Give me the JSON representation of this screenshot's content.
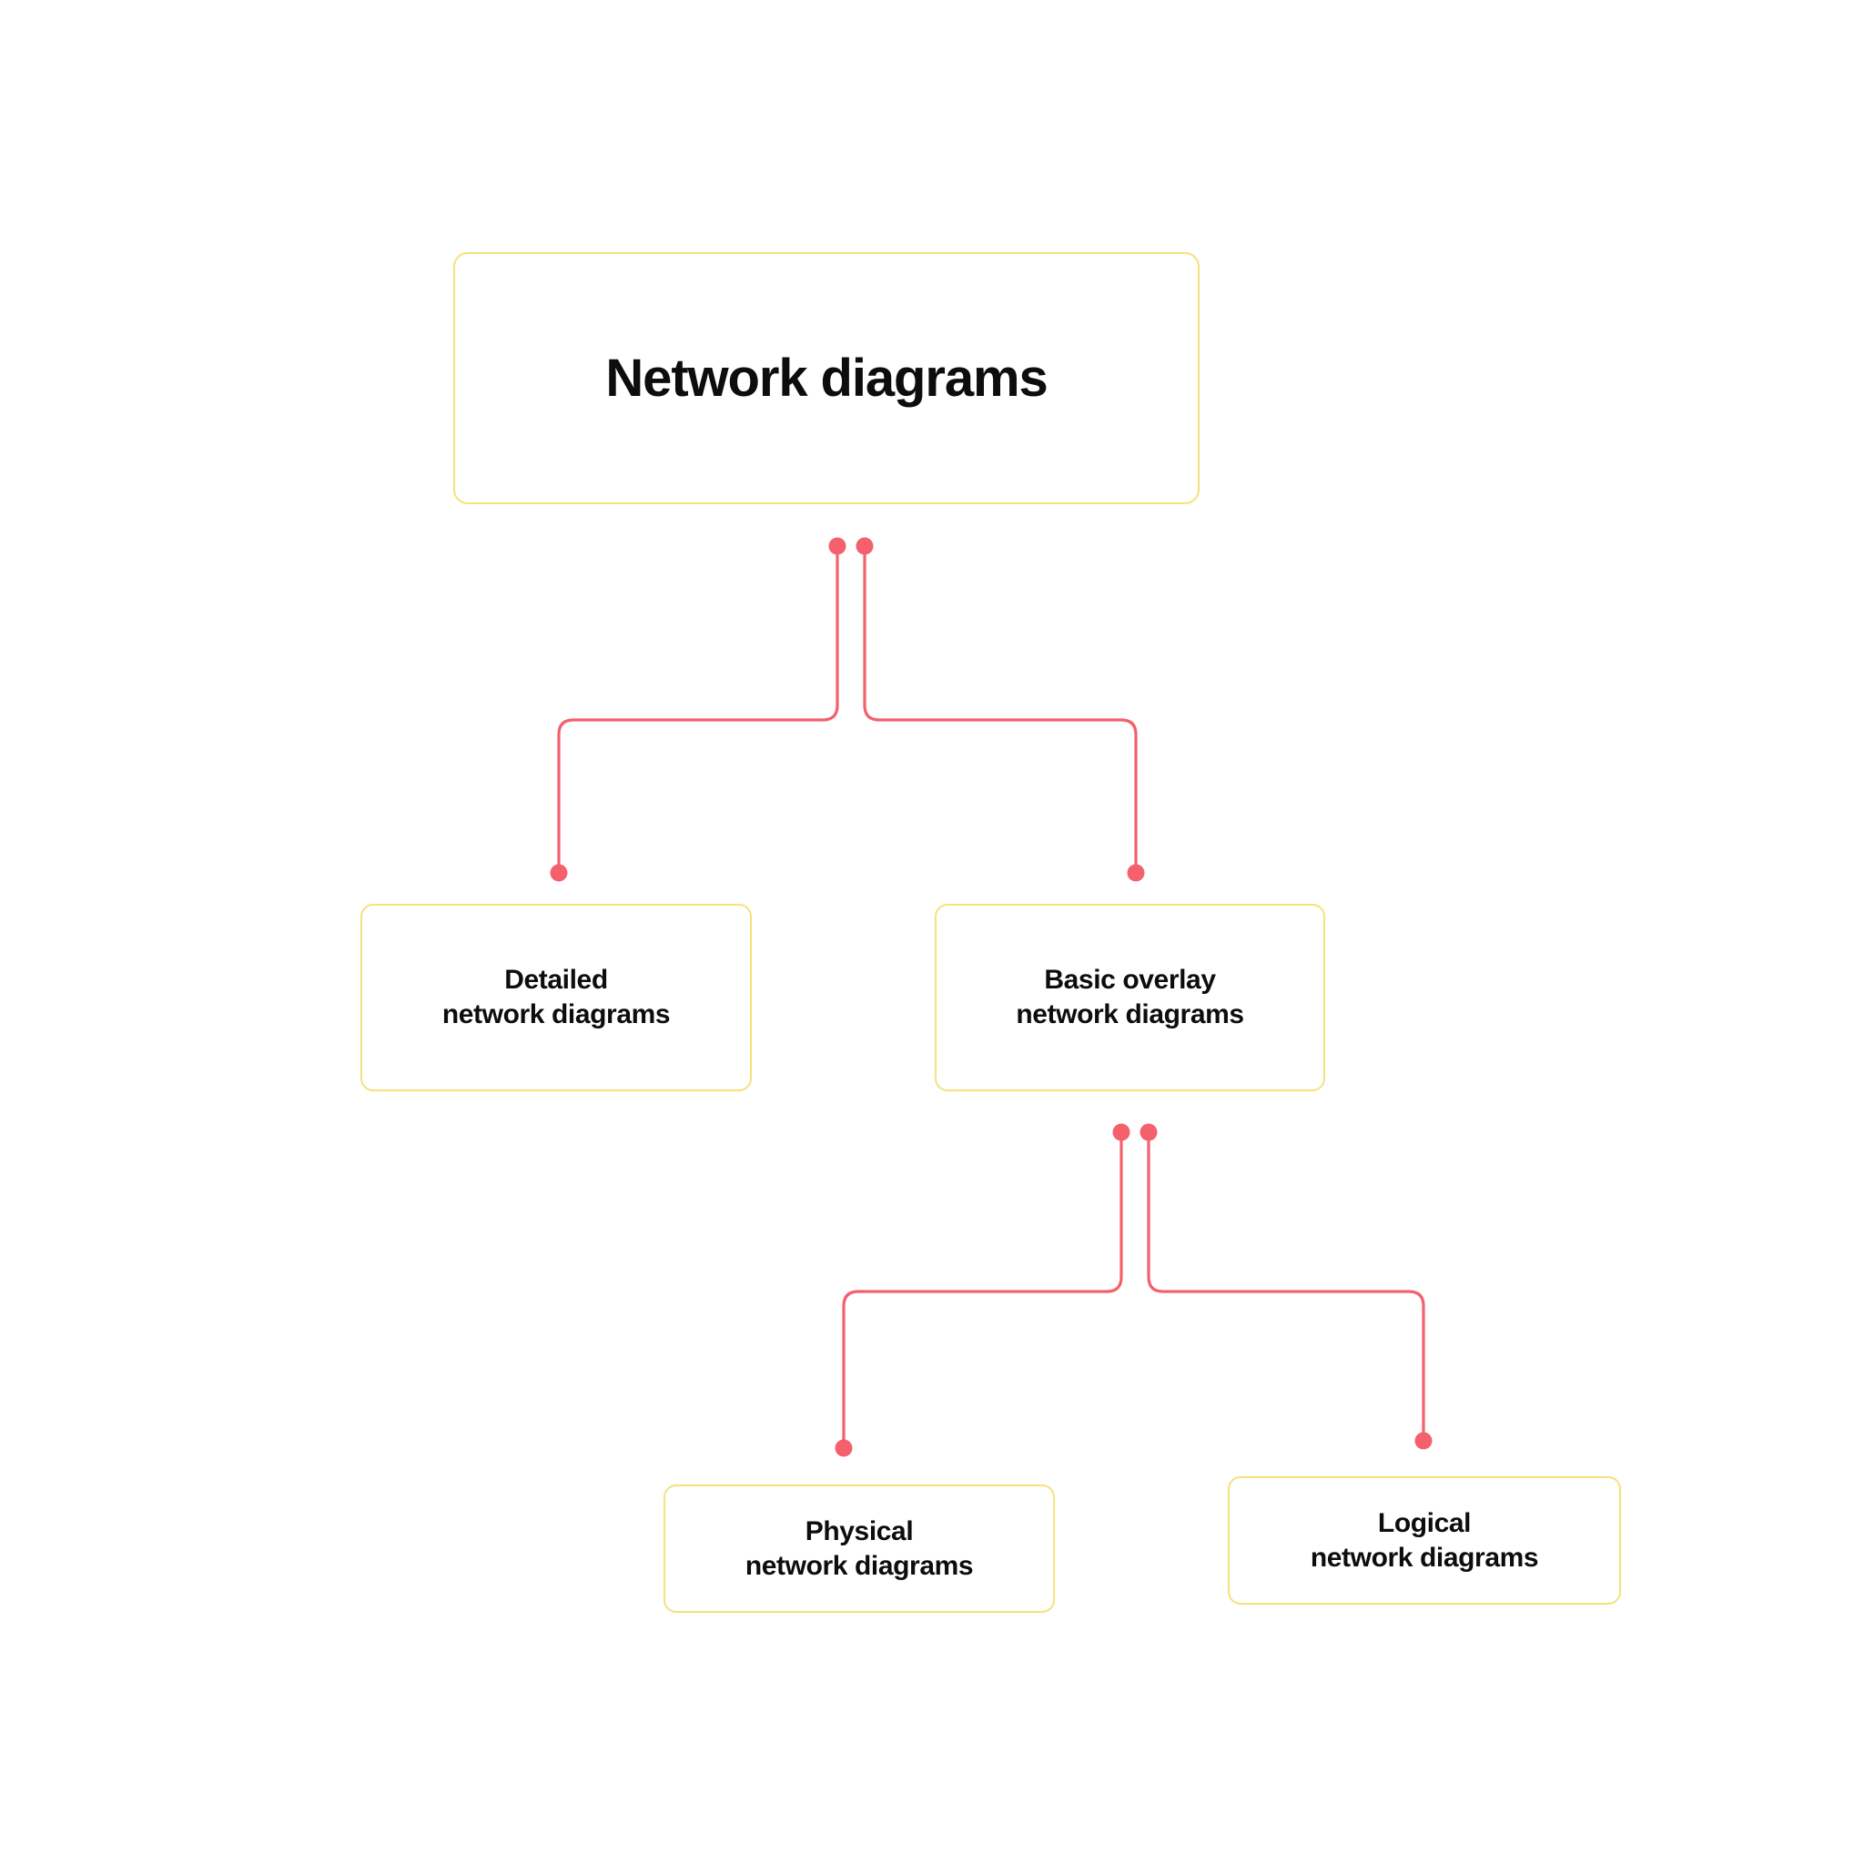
{
  "diagram": {
    "type": "tree",
    "title": "Network diagrams",
    "colors": {
      "node_border": "#F5E27A",
      "node_fill": "#FFFFFF",
      "connector": "#F4606C",
      "connector_dot": "#F4606C",
      "text": "#0D0D0D",
      "background": "#FFFFFF"
    },
    "nodes": [
      {
        "id": "root",
        "label": "Network diagrams",
        "level": 0
      },
      {
        "id": "detailed",
        "label": "Detailed\nnetwork diagrams",
        "level": 1
      },
      {
        "id": "basic-overlay",
        "label": "Basic overlay\nnetwork diagrams",
        "level": 1
      },
      {
        "id": "physical",
        "label": "Physical\nnetwork diagrams",
        "level": 2
      },
      {
        "id": "logical",
        "label": "Logical\nnetwork diagrams",
        "level": 2
      }
    ],
    "edges": [
      {
        "from": "root",
        "to": "detailed"
      },
      {
        "from": "root",
        "to": "basic-overlay"
      },
      {
        "from": "basic-overlay",
        "to": "physical"
      },
      {
        "from": "basic-overlay",
        "to": "logical"
      }
    ]
  }
}
